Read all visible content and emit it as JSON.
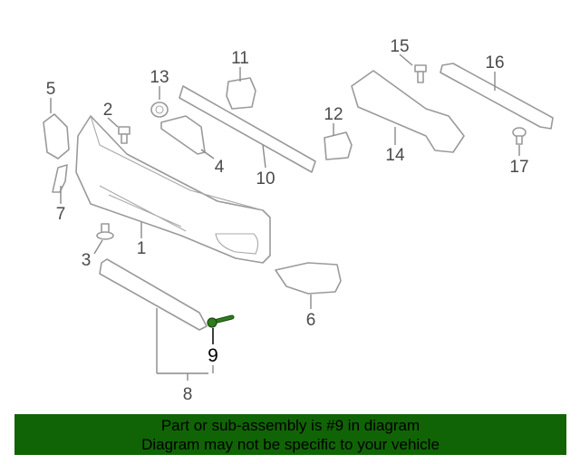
{
  "diagram": {
    "callouts": [
      "1",
      "2",
      "3",
      "4",
      "5",
      "6",
      "7",
      "8",
      "9",
      "10",
      "11",
      "12",
      "13",
      "14",
      "15",
      "16",
      "17"
    ],
    "highlighted_part": "9",
    "highlight_color": "#2f7d1f"
  },
  "banner": {
    "line1": "Part or sub-assembly is #9 in diagram",
    "line2": "Diagram may not be specific to your vehicle",
    "background": "#116405"
  }
}
